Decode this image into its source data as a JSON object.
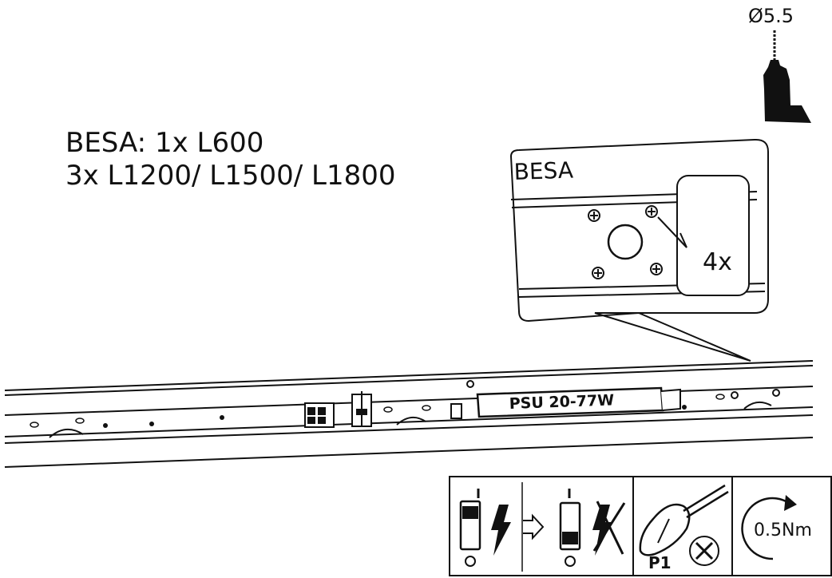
{
  "title": {
    "line1": "BESA:  1x L600",
    "line2": "3x L1200/ L1500/ L1800"
  },
  "drill": {
    "size_label": "Ø5.5"
  },
  "detail": {
    "label": "BESA",
    "count": "4x"
  },
  "fixture": {
    "psu_label": "PSU  20-77W"
  },
  "icons": {
    "screwdriver_label": "P1",
    "torque_label": "0.5Nm"
  }
}
